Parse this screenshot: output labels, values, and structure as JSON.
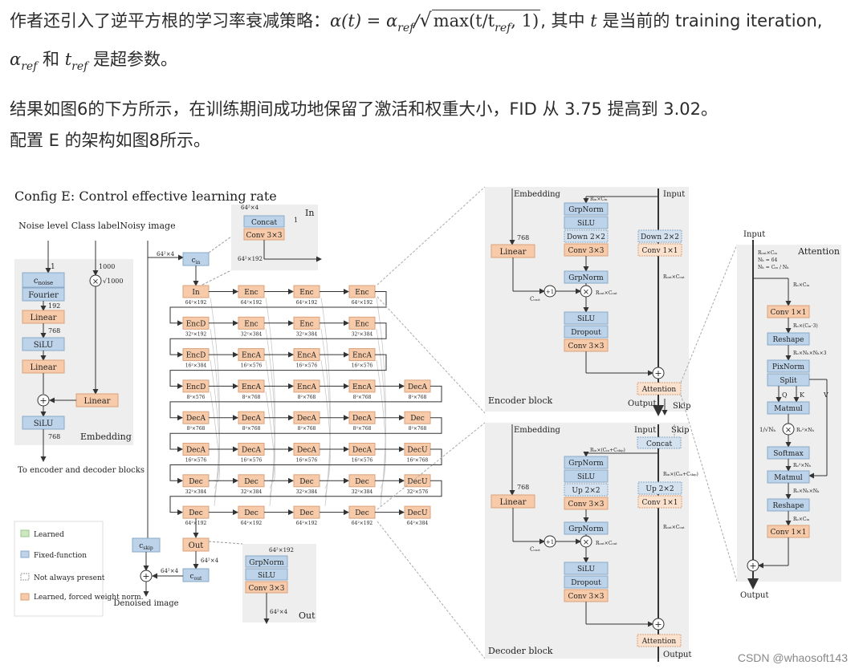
{
  "text": {
    "p1_a": "作者还引入了逆平方根的学习率衰减策略：",
    "p1_math_lhs": "α(t) = α",
    "p1_math_ref1": "ref",
    "p1_math_slash": "/",
    "p1_math_rad_a": "max(t/t",
    "p1_math_ref2": "ref",
    "p1_math_rad_b": ", 1)",
    "p1_b": ", 其中 ",
    "p1_t": "t",
    "p1_c": " 是当前的 training iteration, ",
    "p1_alpha": "α",
    "p1_ref3": "ref",
    "p1_and": " 和 ",
    "p1_t2": "t",
    "p1_ref4": "ref",
    "p1_d": " 是超参数。",
    "p2_a": "结果如图6的下方所示，在训练期间成功地保留了激活和权重大小，FID 从 3.75 提高到 3.02。",
    "p2_b": "配置 E 的架构如图8所示。"
  },
  "figure": {
    "title": "Config E: Control effective learning rate",
    "top_labels": [
      "Noise level",
      "Class label",
      "Noisy image"
    ],
    "embedding": {
      "label": "Embedding",
      "c_noise": "c",
      "c_noise_sub": "noise",
      "fourier": "Fourier",
      "linear1": "Linear",
      "silu1": "SiLU",
      "linear2": "Linear",
      "linear_class": "Linear",
      "silu2": "SiLU",
      "dim_1": "1",
      "dim_192": "192",
      "dim_768": "768",
      "dim_768b": "768",
      "dim_1000": "1000",
      "sqrt1000": "√1000",
      "to_blocks": "To encoder and decoder blocks"
    },
    "legend": {
      "learned": "Learned",
      "fixed": "Fixed-function",
      "not_always": "Not always present",
      "learned_forced": "Learned, forced weight norm."
    },
    "in_box": {
      "label": "In",
      "concat": "Concat",
      "conv": "Conv 3×3",
      "dim_a": "64²×4",
      "dim_b": "64²×192",
      "one": "1"
    },
    "out_box": {
      "label": "Out",
      "grpnorm": "GrpNorm",
      "silu": "SiLU",
      "conv": "Conv 3×3",
      "dim_a": "64²×192",
      "dim_b": "64²×4"
    },
    "unet": {
      "c_in": "c",
      "c_in_sub": "in",
      "c_skip": "c",
      "c_skip_sub": "skip",
      "c_out": "c",
      "c_out_sub": "out",
      "in_label": "In",
      "out_label": "Out",
      "denoised": "Denoised image",
      "dim_in": "64²×4",
      "dim_out": "64²×4",
      "rows": [
        {
          "blocks": [
            "In",
            "Enc",
            "Enc",
            "Enc"
          ],
          "dims": [
            "64²×192",
            "64²×192",
            "64²×192",
            "64²×192"
          ]
        },
        {
          "blocks": [
            "EncD",
            "Enc",
            "Enc",
            "Enc"
          ],
          "dims": [
            "32²×192",
            "32²×384",
            "32²×384",
            "32²×384"
          ]
        },
        {
          "blocks": [
            "EncD",
            "EncA",
            "EncA",
            "EncA"
          ],
          "dims": [
            "16²×384",
            "16²×576",
            "16²×576",
            "16²×576"
          ]
        },
        {
          "blocks": [
            "EncD",
            "EncA",
            "EncA",
            "EncA",
            "DecA"
          ],
          "dims": [
            "8²×576",
            "8²×768",
            "8²×768",
            "8²×768",
            "8²×768"
          ]
        },
        {
          "blocks": [
            "DecA",
            "DecA",
            "DecA",
            "DecA",
            "Dec"
          ],
          "dims": [
            "8²×768",
            "8²×768",
            "8²×768",
            "8²×768",
            "8²×768"
          ]
        },
        {
          "blocks": [
            "DecA",
            "DecA",
            "DecA",
            "DecA",
            "DecU"
          ],
          "dims": [
            "16²×576",
            "16²×576",
            "16²×576",
            "16²×576",
            "16²×768"
          ]
        },
        {
          "blocks": [
            "Dec",
            "Dec",
            "Dec",
            "Dec",
            "DecU"
          ],
          "dims": [
            "32²×384",
            "32²×384",
            "32²×384",
            "32²×384",
            "32²×576"
          ]
        },
        {
          "blocks": [
            "Dec",
            "Dec",
            "Dec",
            "Dec",
            "DecU"
          ],
          "dims": [
            "64²×192",
            "64²×192",
            "64²×192",
            "64²×192",
            "64²×384"
          ]
        }
      ]
    },
    "encoder_block": {
      "label": "Encoder block",
      "embedding": "Embedding",
      "input": "Input",
      "linear": "Linear",
      "grpnorm1": "GrpNorm",
      "silu1": "SiLU",
      "down1": "Down 2×2",
      "conv1": "Conv 3×3",
      "grpnorm2": "GrpNorm",
      "silu2": "SiLU",
      "dropout": "Dropout",
      "conv2": "Conv 3×3",
      "down2": "Down 2×2",
      "conv_skip": "Conv 1×1",
      "attention": "Attention",
      "output": "Output",
      "skip": "Skip",
      "dim_768": "768",
      "dim_a": "Rᵢₙ×Cᵢₙ",
      "dim_b": "Rₒᵤₜ×Cₒᵤₜ",
      "dim_c": "Cₒᵤₜ",
      "dim_d": "Rₒᵤₜ×Cₒᵤₜ",
      "plus1": "+1"
    },
    "decoder_block": {
      "label": "Decoder block",
      "embedding": "Embedding",
      "input": "Input",
      "skip": "Skip",
      "concat": "Concat",
      "linear": "Linear",
      "grpnorm1": "GrpNorm",
      "silu1": "SiLU",
      "up1": "Up 2×2",
      "conv1": "Conv 3×3",
      "grpnorm2": "GrpNorm",
      "silu2": "SiLU",
      "dropout": "Dropout",
      "conv2": "Conv 3×3",
      "up2": "Up 2×2",
      "conv_skip": "Conv 1×1",
      "attention": "Attention",
      "output": "Output",
      "dim_768": "768",
      "dim_a": "Rᵢₙ×(Cᵢₙ+Cₛₖᵢₚ)",
      "dim_b": "Rₒᵤₜ×Cₒᵤₜ",
      "dim_c": "Cₒᵤₜ",
      "dim_e": "Rᵢₙ×(Cᵢₙ+Cₛₖᵢₚ)",
      "dim_d": "Rₒᵤₜ×Cₒᵤₜ",
      "plus1": "+1"
    },
    "attention_block": {
      "label": "Attention",
      "input": "Input",
      "output": "Output",
      "params_a": "Rₒᵤₜ×Cᵢₙ",
      "params_b": "Nₕ = 64",
      "params_c": "Nₕ = Cᵢₙ / Nₕ",
      "conv1": "Conv 1×1",
      "reshape1": "Reshape",
      "pixnorm": "PixNorm",
      "split": "Split",
      "matmul1": "Matmul",
      "softmax": "Softmax",
      "matmul2": "Matmul",
      "reshape2": "Reshape",
      "conv2": "Conv 1×1",
      "q": "Q",
      "k": "K",
      "v": "V",
      "scale": "1/√Nₕ",
      "d1": "Rₒ×Cᵢₙ",
      "d2": "Rₒ×(Cᵢₙ·3)",
      "d3": "Rₒ×Nₕ×Nₕ×3",
      "d4": "Rₒ²×Nₕ",
      "d5": "Rₒ²×Nₕ",
      "d6": "Rₒ×Nₕ×Nₕ",
      "d7": "Rₒ×Cᵢₙ"
    }
  },
  "watermark": "CSDN @whaosoft143"
}
